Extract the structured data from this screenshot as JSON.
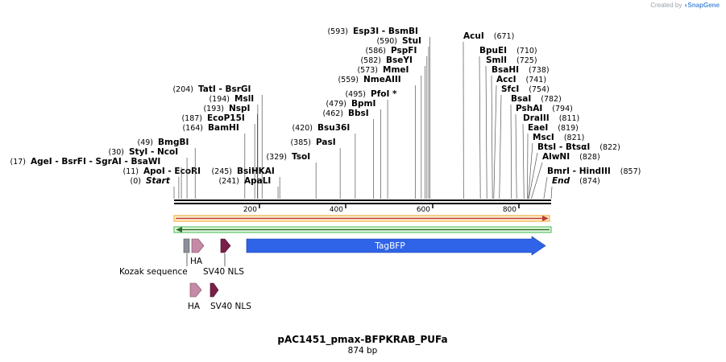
{
  "credit": {
    "prefix": "Created by",
    "brand": "SnapGene"
  },
  "plasmid": {
    "name": "pAC1451_pmax-BFPKRAB_PUFa",
    "length_label": "874 bp"
  },
  "sites": [
    {
      "label": "Start",
      "pos_text": "(0)",
      "bp": 0,
      "side": "left",
      "italic": true
    },
    {
      "label": "ApoI   - EcoRI",
      "pos_text": "(11)",
      "bp": 11,
      "side": "left"
    },
    {
      "label": "AgeI   - BsrFI   - SgrAI   - BsaWI",
      "pos_text": "(17)",
      "bp": 17,
      "side": "left"
    },
    {
      "label": "StyI   - NcoI",
      "pos_text": "(30)",
      "bp": 30,
      "side": "left"
    },
    {
      "label": "BmgBI",
      "pos_text": "(49)",
      "bp": 49,
      "side": "left"
    },
    {
      "label": "BamHI",
      "pos_text": "(164)",
      "bp": 164,
      "side": "left"
    },
    {
      "label": "EcoP15I",
      "pos_text": "(187)",
      "bp": 187,
      "side": "left"
    },
    {
      "label": "NspI",
      "pos_text": "(193)",
      "bp": 193,
      "side": "left"
    },
    {
      "label": "MslI",
      "pos_text": "(194)",
      "bp": 194,
      "side": "left"
    },
    {
      "label": "TatI   - BsrGI",
      "pos_text": "(204)",
      "bp": 204,
      "side": "left"
    },
    {
      "label": "ApaLI",
      "pos_text": "(241)",
      "bp": 241,
      "side": "left"
    },
    {
      "label": "BsiHKAI",
      "pos_text": "(245)",
      "bp": 245,
      "side": "left"
    },
    {
      "label": "TsoI",
      "pos_text": "(329)",
      "bp": 329,
      "side": "left"
    },
    {
      "label": "PasI",
      "pos_text": "(385)",
      "bp": 385,
      "side": "left"
    },
    {
      "label": "Bsu36I",
      "pos_text": "(420)",
      "bp": 420,
      "side": "left"
    },
    {
      "label": "BbsI",
      "pos_text": "(462)",
      "bp": 462,
      "side": "left"
    },
    {
      "label": "BpmI",
      "pos_text": "(479)",
      "bp": 479,
      "side": "left"
    },
    {
      "label": "PfoI *",
      "pos_text": "(495)",
      "bp": 495,
      "side": "left"
    },
    {
      "label": "NmeAIII",
      "pos_text": "(559)",
      "bp": 559,
      "side": "left"
    },
    {
      "label": "MmeI",
      "pos_text": "(573)",
      "bp": 573,
      "side": "left"
    },
    {
      "label": "BseYI",
      "pos_text": "(582)",
      "bp": 582,
      "side": "left"
    },
    {
      "label": "PspFI",
      "pos_text": "(586)",
      "bp": 586,
      "side": "left"
    },
    {
      "label": "StuI",
      "pos_text": "(590)",
      "bp": 590,
      "side": "left"
    },
    {
      "label": "Esp3I   - BsmBI",
      "pos_text": "(593)",
      "bp": 593,
      "side": "left"
    },
    {
      "label": "AcuI",
      "pos_text": "(671)",
      "bp": 671,
      "side": "right"
    },
    {
      "label": "BpuEI",
      "pos_text": "(710)",
      "bp": 710,
      "side": "right"
    },
    {
      "label": "SmlI",
      "pos_text": "(725)",
      "bp": 725,
      "side": "right"
    },
    {
      "label": "BsaHI",
      "pos_text": "(738)",
      "bp": 738,
      "side": "right"
    },
    {
      "label": "AccI",
      "pos_text": "(741)",
      "bp": 741,
      "side": "right"
    },
    {
      "label": "SfcI",
      "pos_text": "(754)",
      "bp": 754,
      "side": "right"
    },
    {
      "label": "BsaI",
      "pos_text": "(782)",
      "bp": 782,
      "side": "right"
    },
    {
      "label": "PshAI",
      "pos_text": "(794)",
      "bp": 794,
      "side": "right"
    },
    {
      "label": "DraIII",
      "pos_text": "(811)",
      "bp": 811,
      "side": "right"
    },
    {
      "label": "EaeI",
      "pos_text": "(819)",
      "bp": 819,
      "side": "right"
    },
    {
      "label": "MscI",
      "pos_text": "(821)",
      "bp": 821,
      "side": "right"
    },
    {
      "label": "BtsI   - BtsαI",
      "pos_text": "(822)",
      "bp": 822,
      "side": "right"
    },
    {
      "label": "AlwNI",
      "pos_text": "(828)",
      "bp": 828,
      "side": "right"
    },
    {
      "label": "BmrI   - HindIII",
      "pos_text": "(857)",
      "bp": 857,
      "side": "right"
    },
    {
      "label": "End",
      "pos_text": "(874)",
      "bp": 874,
      "side": "right",
      "italic": true
    }
  ],
  "ruler": {
    "ticks": [
      "200",
      "400",
      "600",
      "800"
    ]
  },
  "features": {
    "kozak": {
      "label": "Kozak sequence",
      "color": "#8a8f99"
    },
    "ha1": {
      "label": "HA",
      "color": "#c58aa6"
    },
    "nls1": {
      "label": "SV40 NLS",
      "color": "#7a2048"
    },
    "tagbfp": {
      "label": "TagBFP",
      "color": "#2f64e8"
    },
    "ha2": {
      "label": "HA",
      "color": "#c58aa6"
    },
    "nls2": {
      "label": "SV40 NLS",
      "color": "#7a2048"
    }
  },
  "colors": {
    "orf_fwd": "#f0a020",
    "orf_rev": "#39b54a"
  }
}
